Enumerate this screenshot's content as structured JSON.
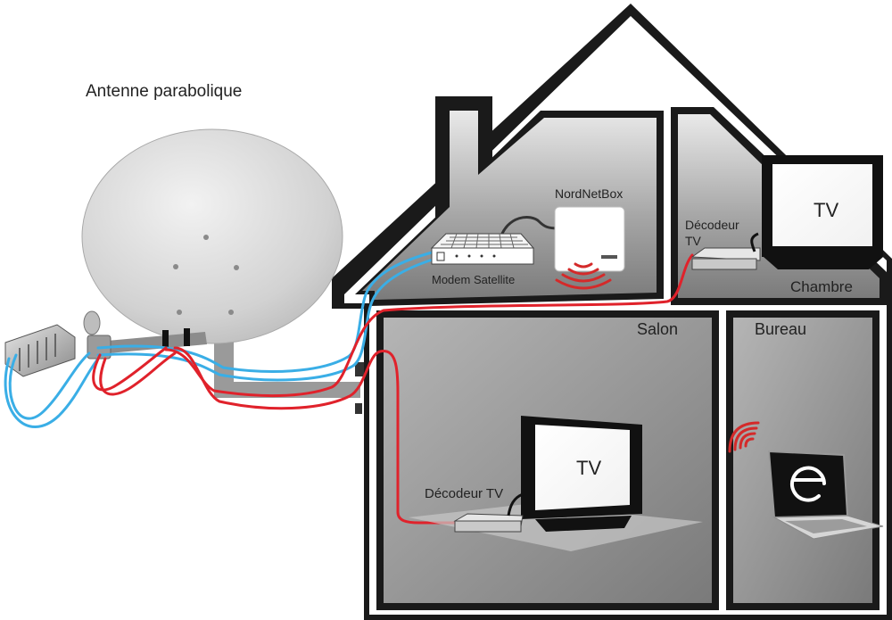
{
  "labels": {
    "antenna": "Antenne parabolique",
    "modem": "Modem Satellite",
    "nordnetbox": "NordNetBox",
    "chambre": "Chambre",
    "salon": "Salon",
    "bureau": "Bureau",
    "decoder_salon": "Décodeur TV",
    "decoder_chambre": "Décodeur TV",
    "tv_chambre": "TV",
    "tv_salon": "TV"
  },
  "colors": {
    "cable_data": "#3aaee6",
    "cable_tv": "#e0222b",
    "room_fill": "#8f8f8f",
    "house_outline": "#1a1a1a",
    "wifi": "#d42a2a"
  },
  "icons": {
    "wifi_box": "wifi-signal-icon",
    "wifi_laptop": "wifi-signal-icon",
    "laptop_logo": "nordnet-logo-icon"
  }
}
